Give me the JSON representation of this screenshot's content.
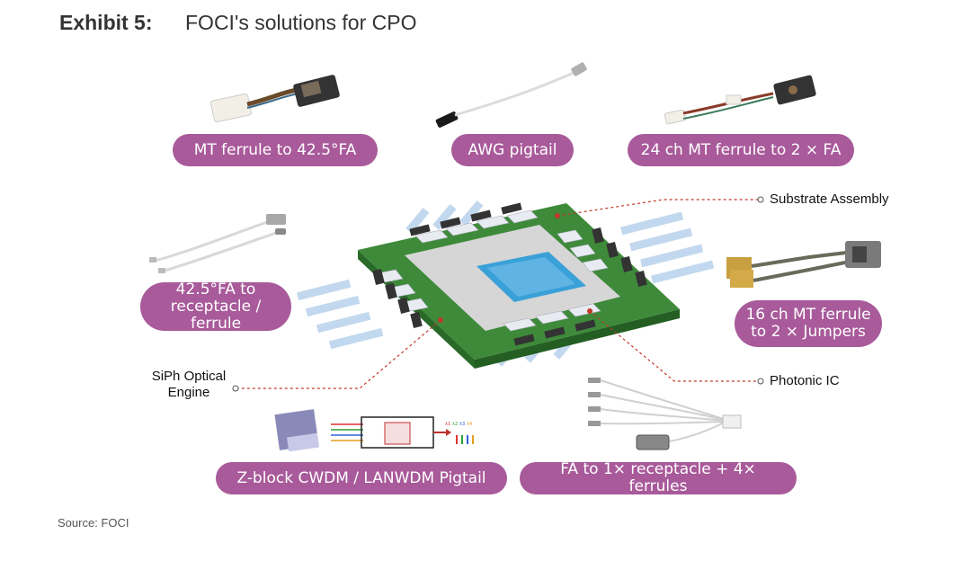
{
  "header": {
    "label": "Exhibit 5:",
    "title": "FOCI's solutions for CPO"
  },
  "products": {
    "mt_ferrule_fa": "MT ferrule to 42.5°FA",
    "awg_pigtail": "AWG pigtail",
    "mt_24ch": "24 ch MT ferrule to 2 × FA",
    "fa_receptacle": "42.5°FA to\nreceptacle / ferrule",
    "mt_16ch": "16 ch MT ferrule\nto 2 × Jumpers",
    "zblock": "Z-block CWDM / LANWDM Pigtail",
    "fa_receptacle_ferrules": "FA to 1× receptacle + 4× ferrules"
  },
  "callouts": {
    "substrate": "Substrate Assembly",
    "siph_line1": "SiPh Optical",
    "siph_line2": "Engine",
    "photonic_ic": "Photonic IC"
  },
  "zblock_channels": [
    "λ1",
    "λ2",
    "λ3",
    "λ4"
  ],
  "footer": {
    "source": "Source: FOCI"
  },
  "colors": {
    "pill": "#a85a9a",
    "board": "#3e8a3a",
    "chip": "#3aa0d8",
    "callout_line": "#c0392b"
  }
}
